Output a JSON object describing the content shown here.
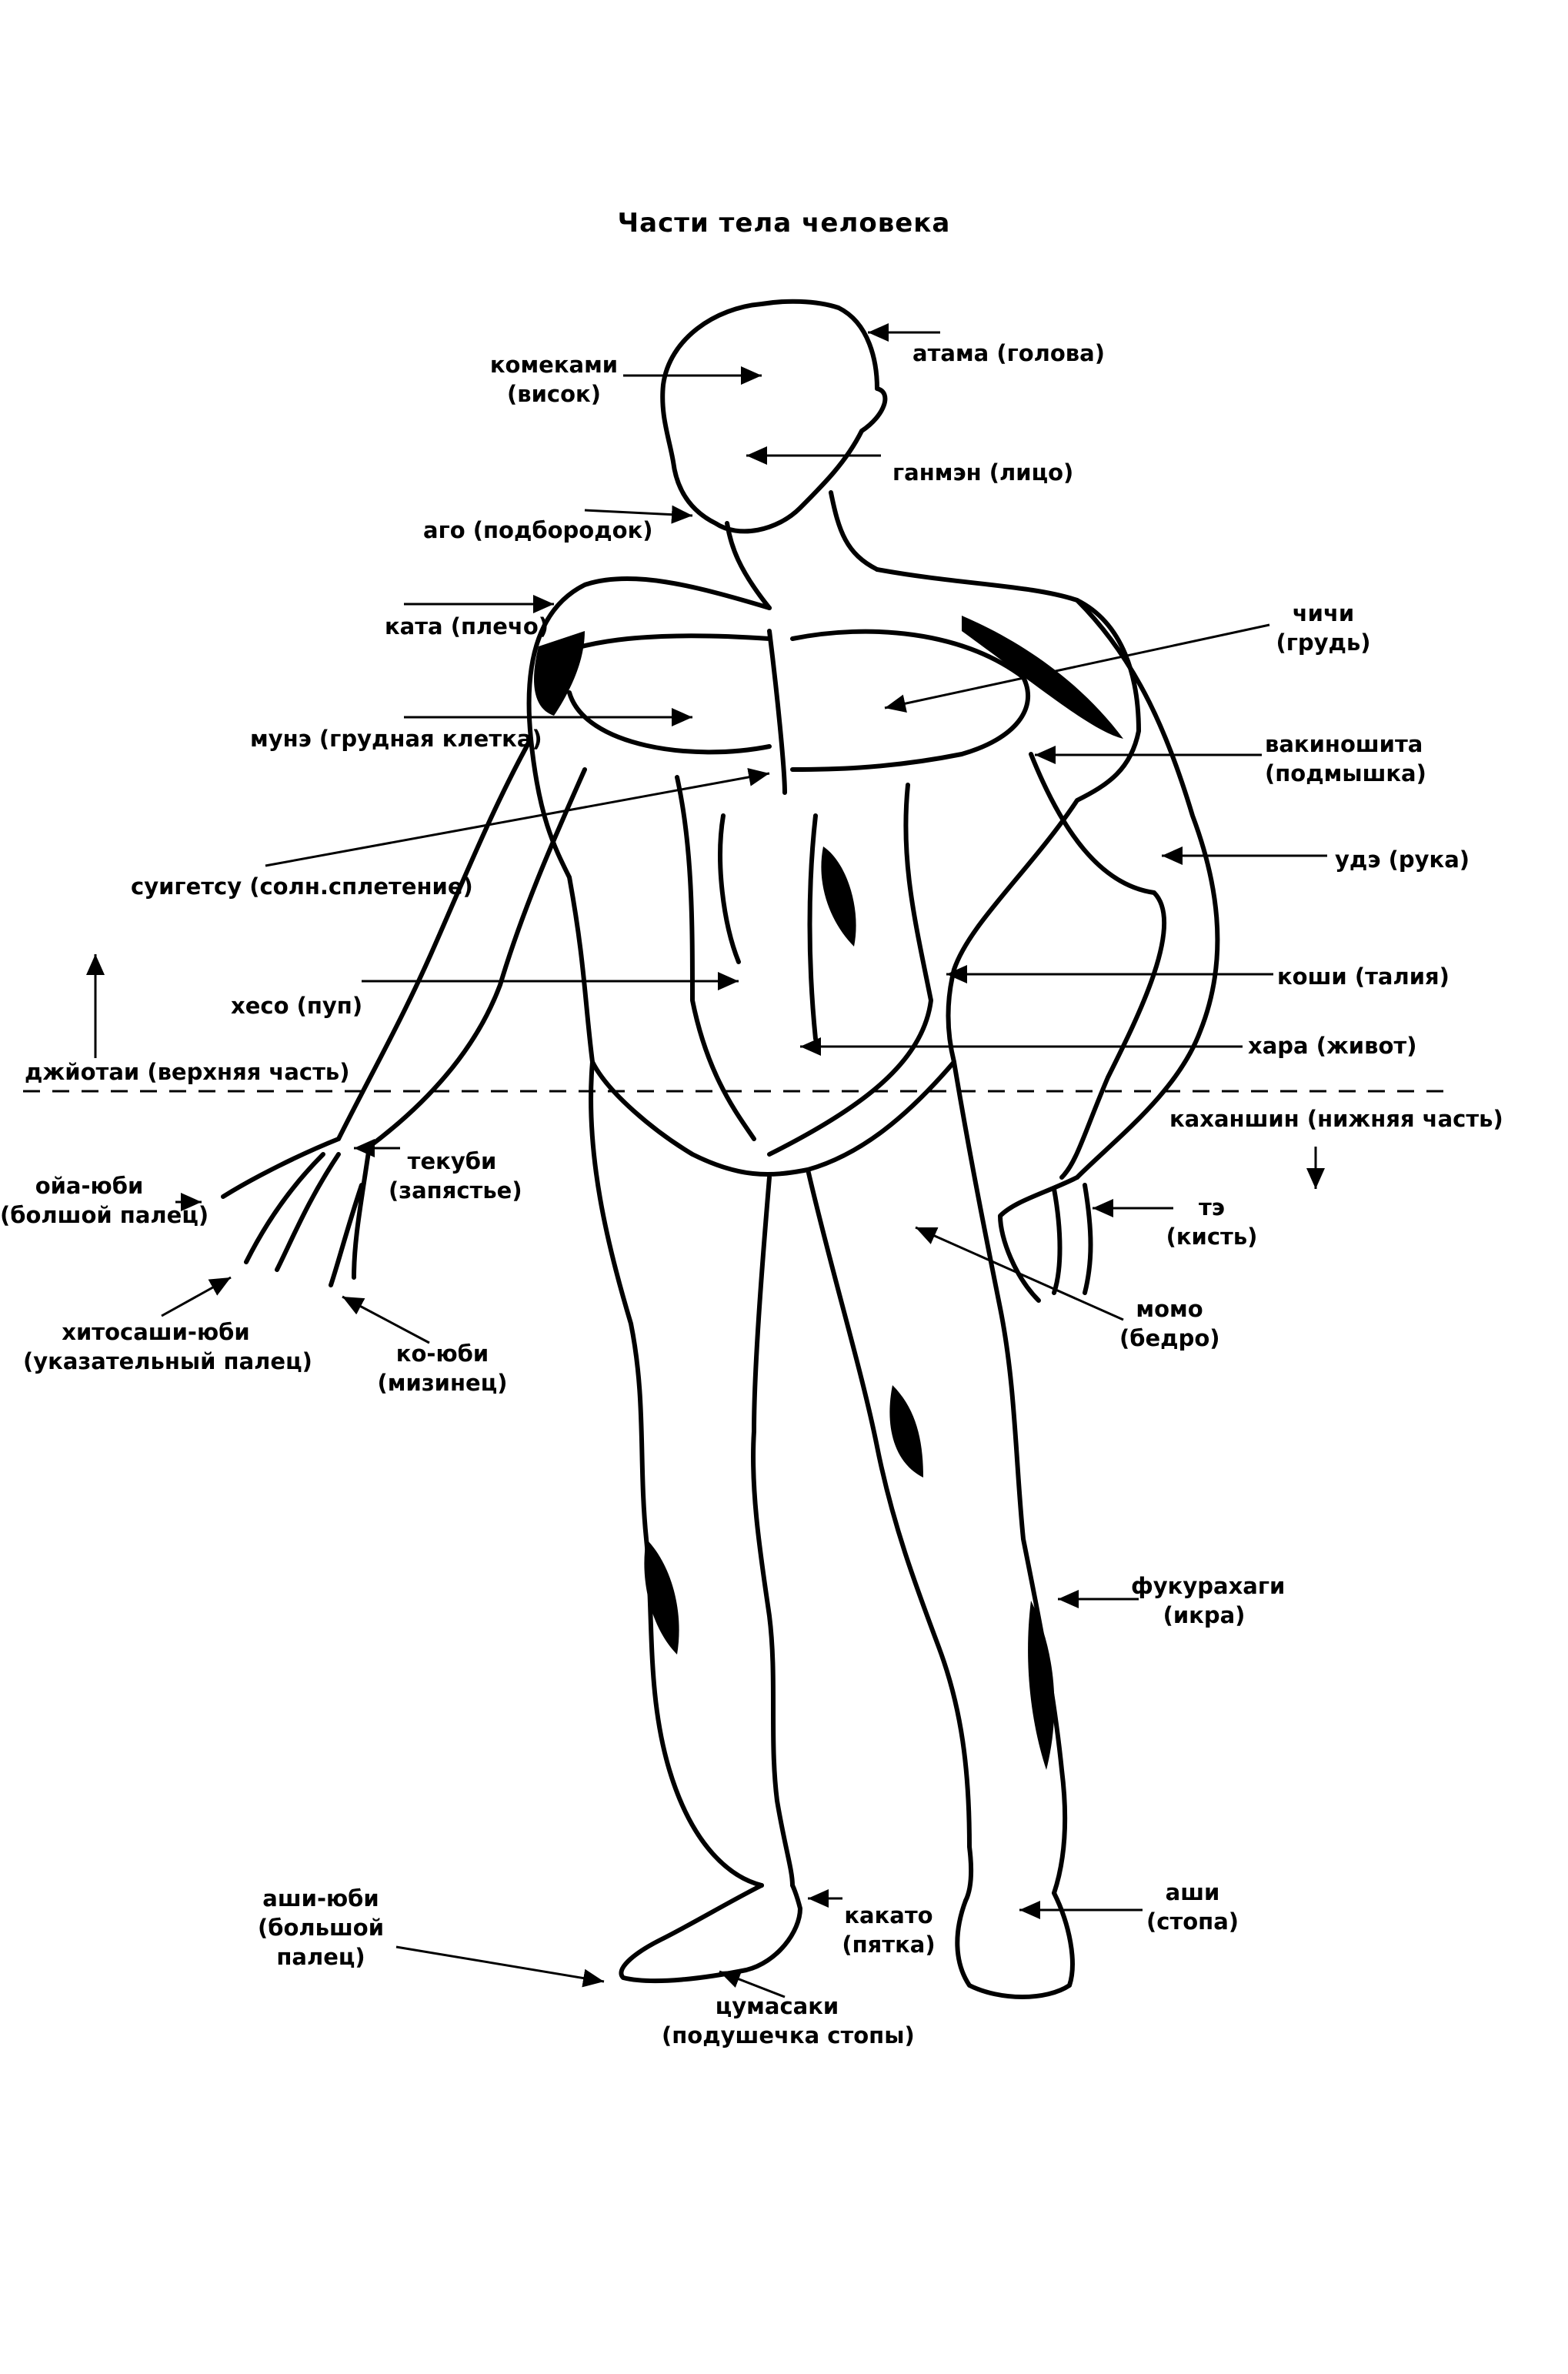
{
  "title": "Части тела человека",
  "colors": {
    "ink": "#000000",
    "paper": "#ffffff"
  },
  "labels": {
    "atama": "атама (голова)",
    "komekami_1": "комеками",
    "komekami_2": "(висок)",
    "ganmen": "ганмэн (лицо)",
    "ago": "аго (подбородок)",
    "kata": "ката (плечо)",
    "chichi_1": "чичи",
    "chichi_2": "(грудь)",
    "mune": "мунэ (грудная клетка)",
    "vakinoshita_1": "вакиношита",
    "vakinoshita_2": "(подмышка)",
    "suigetsu": "суигетсу (солн.сплетение)",
    "ude": "удэ (рука)",
    "koshi": "коши (талия)",
    "heso": "хесо (пуп)",
    "hara": "хара (живот)",
    "jotai": "джйотаи (верхняя часть)",
    "kahanshin": "каханшин (нижняя часть)",
    "oya_1": "ойа-юби",
    "oya_2": "(болшой палец)",
    "tekubi_1": "текуби",
    "tekubi_2": "(запястье)",
    "te_1": "тэ",
    "te_2": "(кисть)",
    "hitosashi_1": "хитосаши-юби",
    "hitosashi_2": "(указательный палец)",
    "ko_1": "ко-юби",
    "ko_2": "(мизинец)",
    "momo_1": "момо",
    "momo_2": "(бедро)",
    "fukurahagi_1": "фукурахаги",
    "fukurahagi_2": "(икра)",
    "ashiyubi_1": "аши-юби",
    "ashiyubi_2": "(большой",
    "ashiyubi_3": "палец)",
    "kakato_1": "какато",
    "kakato_2": "(пятка)",
    "ashi_1": "аши",
    "ashi_2": "(стопа)",
    "tsumasaki_1": "цумасаки",
    "tsumasaki_2": "(подушечка стопы)"
  }
}
